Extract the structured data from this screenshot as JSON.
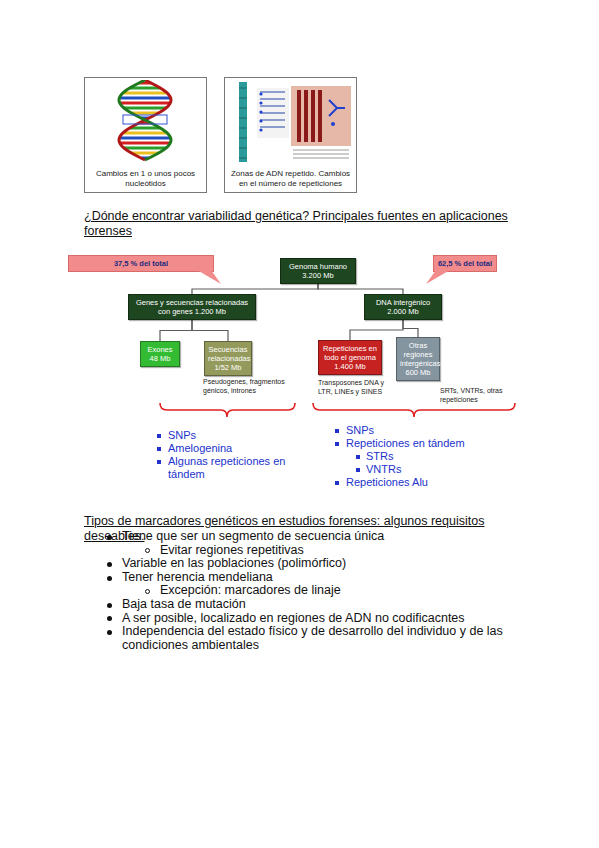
{
  "diagram": {
    "title": "¿Dónde encontrar variabilidad genética? Principales fuentes en aplicaciones forenses",
    "nodes": [
      {
        "text": [
          "Cambios en 1 o unos pocos nucleótidos"
        ]
      },
      {
        "text": [
          "Zonas de ADN repetido. Cambios en el número de repeticiones"
        ]
      },
      {
        "text": [
          "37,5 % del total"
        ]
      },
      {
        "text": [
          "Genoma humano 3.200 Mb"
        ]
      },
      {
        "text": [
          "62,5 % del total"
        ]
      },
      {
        "text": [
          "Genes y secuencias relacionadas con genes 1.200 Mb"
        ]
      },
      {
        "text": [
          "DNA intergénico 2.000 Mb"
        ]
      },
      {
        "text": [
          "Exones 48 Mb"
        ]
      },
      {
        "text": [
          "Secuencias relacionadas 1/52 Mb"
        ]
      },
      {
        "text": [
          "Repeticiones en todo el genoma 1.400 Mb"
        ]
      },
      {
        "text": [
          "Otras regiones intergénicas 600 Mb"
        ]
      }
    ],
    "edges": [
      {
        "from": 3,
        "to": 5,
        "arrow": "none"
      },
      {
        "from": 3,
        "to": 6,
        "arrow": "none"
      },
      {
        "from": 5,
        "to": 7,
        "arrow": "none"
      },
      {
        "from": 5,
        "to": 8,
        "arrow": "none"
      },
      {
        "from": 6,
        "to": 9,
        "arrow": "none"
      },
      {
        "from": 6,
        "to": 10,
        "arrow": "none"
      }
    ],
    "labels": [
      "Pseudogenes, fragmentos génicos, intrones",
      "Transposones DNA y LTR, LINEs y SINES",
      "SRTs, VNTRs, otras repeticiones",
      "SNPs",
      "Amelogenina",
      "Algunas repeticiones en tándem",
      "SNPs",
      "Repeticiones en tándem",
      "STRs",
      "VNTRs",
      "Repeticiones Alu",
      "Tipos de marcadores genéticos en estudios forenses: algunos requisitos deseables:",
      "Tiene que ser un segmento de secuencia única",
      "Evitar regiones repetitivas",
      "Variable en las poblaciones (polimórfico)",
      "Tener herencia mendeliana",
      "Excepción: marcadores de linaje",
      "Baja tasa de mutación",
      "A ser posible, localizado en regiones de ADN no codificacntes",
      "Independencia del estado físico y de desarrollo del individuo y de las condiciones ambientales"
    ]
  }
}
